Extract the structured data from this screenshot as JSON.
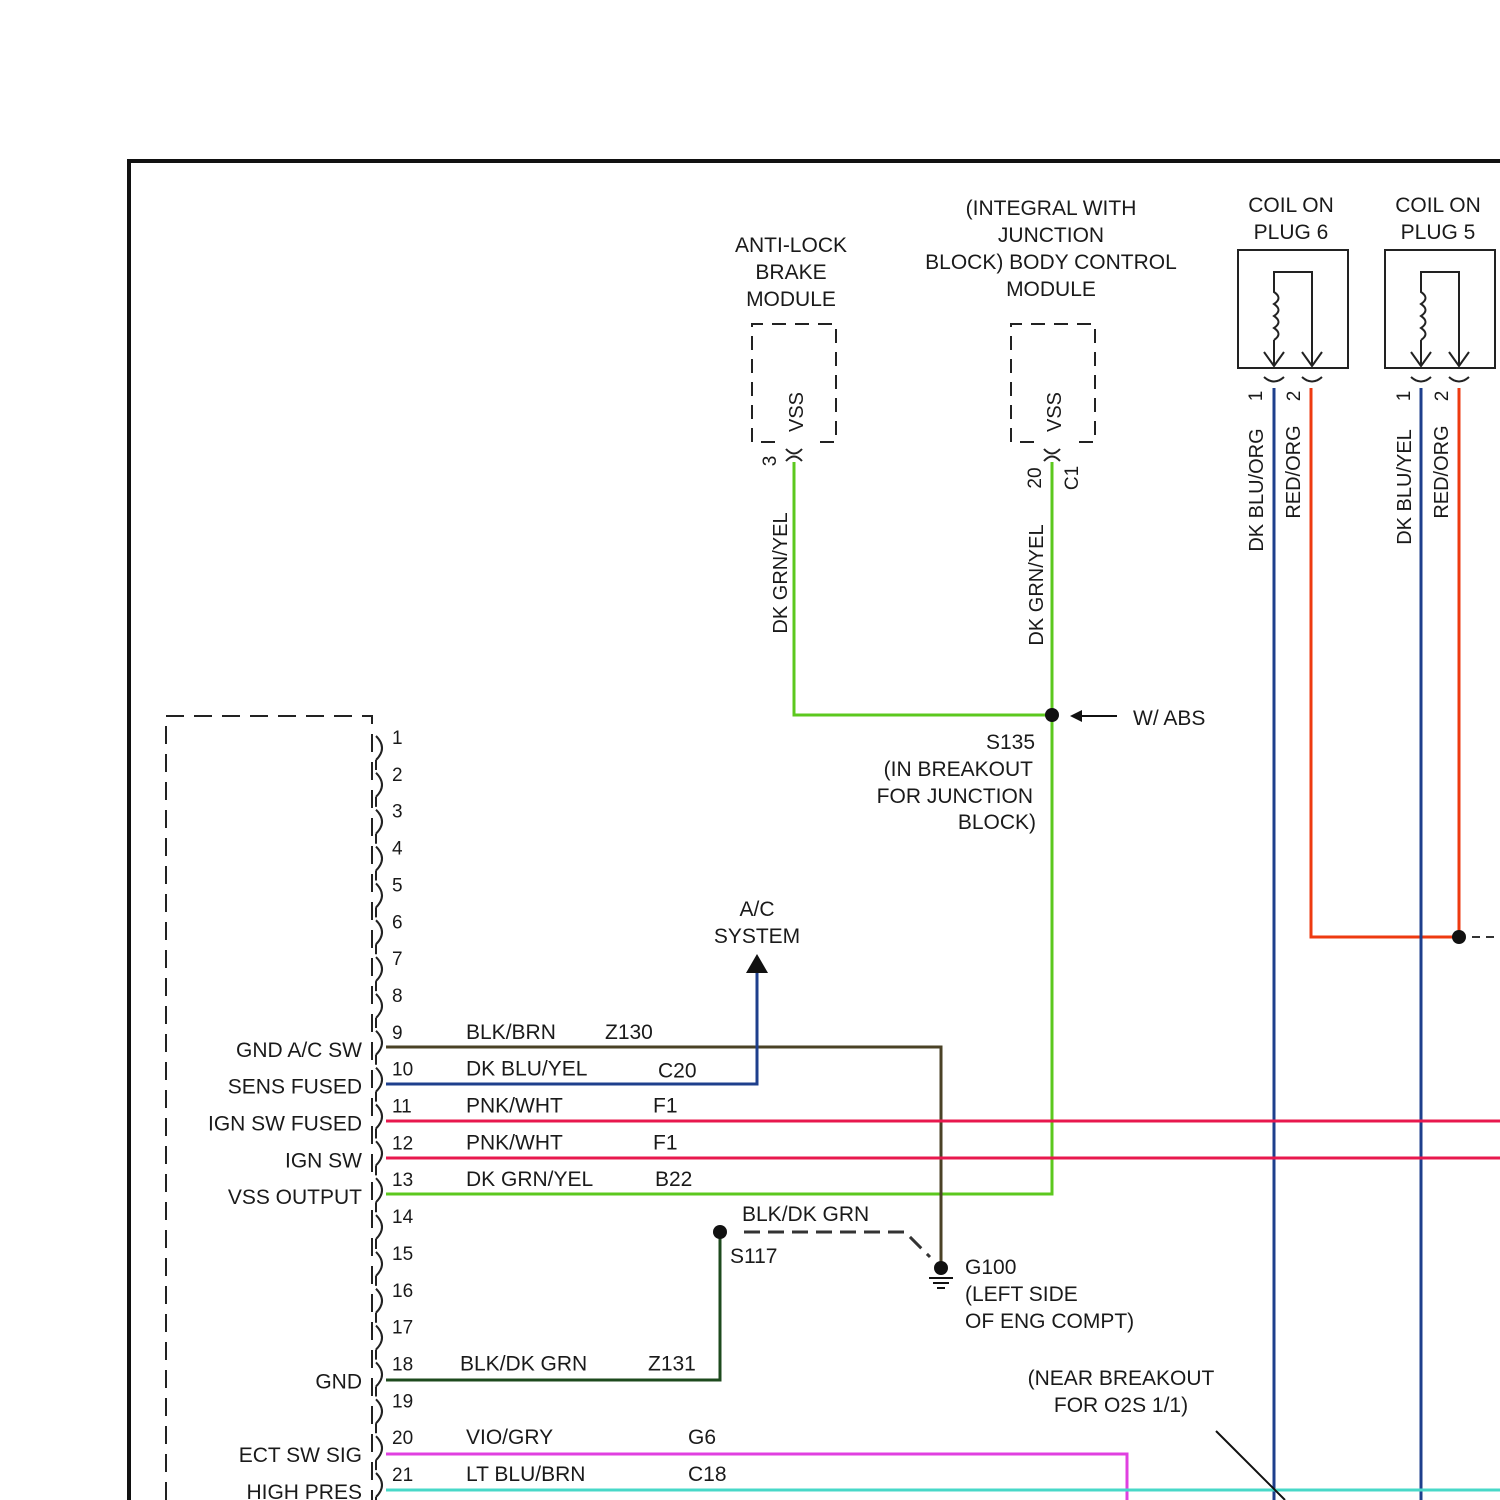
{
  "modules": {
    "abs": {
      "title_lines": [
        "ANTI-LOCK",
        "BRAKE",
        "MODULE"
      ],
      "pin_name": "VSS",
      "pin_number": "3"
    },
    "bcm": {
      "title_lines": [
        "(INTEGRAL WITH",
        "JUNCTION",
        "BLOCK) BODY CONTROL",
        "MODULE"
      ],
      "pin_name": "VSS",
      "pin_number": "20",
      "connector": "C1"
    },
    "coil6": {
      "title_lines": [
        "COIL ON",
        "PLUG 6"
      ],
      "pin1": "1",
      "pin2": "2",
      "wire1": "DK BLU/ORG",
      "wire2": "RED/ORG"
    },
    "coil5": {
      "title_lines": [
        "COIL ON",
        "PLUG 5"
      ],
      "pin1": "1",
      "pin2": "2",
      "wire1": "DK BLU/YEL",
      "wire2": "RED/ORG"
    }
  },
  "wires": {
    "abs_vss": "DK GRN/YEL",
    "bcm_vss": "DK GRN/YEL",
    "ground_jumper": "BLK/DK GRN"
  },
  "splices": {
    "s135": {
      "id": "S135",
      "note_lines": [
        "(IN BREAKOUT",
        "FOR JUNCTION",
        "BLOCK)"
      ],
      "arrow_label": "W/ ABS"
    },
    "s117": {
      "id": "S117"
    }
  },
  "grounds": {
    "g100": {
      "id": "G100",
      "note_lines": [
        "(LEFT SIDE",
        "OF ENG COMPT)"
      ]
    }
  },
  "ac_system": {
    "lines": [
      "A/C",
      "SYSTEM"
    ]
  },
  "o2s_note": {
    "lines": [
      "(NEAR BREAKOUT",
      "FOR O2S 1/1)"
    ]
  },
  "pcm_pins": [
    {
      "num": "1",
      "name": "",
      "wire": "",
      "circuit": ""
    },
    {
      "num": "2",
      "name": "",
      "wire": "",
      "circuit": ""
    },
    {
      "num": "3",
      "name": "",
      "wire": "",
      "circuit": ""
    },
    {
      "num": "4",
      "name": "",
      "wire": "",
      "circuit": ""
    },
    {
      "num": "5",
      "name": "",
      "wire": "",
      "circuit": ""
    },
    {
      "num": "6",
      "name": "",
      "wire": "",
      "circuit": ""
    },
    {
      "num": "7",
      "name": "",
      "wire": "",
      "circuit": ""
    },
    {
      "num": "8",
      "name": "",
      "wire": "",
      "circuit": ""
    },
    {
      "num": "9",
      "name": "GND A/C SW",
      "wire": "BLK/BRN",
      "circuit": "Z130"
    },
    {
      "num": "10",
      "name": "SENS FUSED",
      "wire": "DK BLU/YEL",
      "circuit": "C20"
    },
    {
      "num": "11",
      "name": "IGN SW FUSED",
      "wire": "PNK/WHT",
      "circuit": "F1"
    },
    {
      "num": "12",
      "name": "IGN SW",
      "wire": "PNK/WHT",
      "circuit": "F1"
    },
    {
      "num": "13",
      "name": "VSS OUTPUT",
      "wire": "DK GRN/YEL",
      "circuit": "B22"
    },
    {
      "num": "14",
      "name": "",
      "wire": "",
      "circuit": ""
    },
    {
      "num": "15",
      "name": "",
      "wire": "",
      "circuit": ""
    },
    {
      "num": "16",
      "name": "",
      "wire": "",
      "circuit": ""
    },
    {
      "num": "17",
      "name": "",
      "wire": "",
      "circuit": ""
    },
    {
      "num": "18",
      "name": "GND",
      "wire": "BLK/DK GRN",
      "circuit": "Z131"
    },
    {
      "num": "19",
      "name": "",
      "wire": "",
      "circuit": ""
    },
    {
      "num": "20",
      "name": "ECT SW SIG",
      "wire": "VIO/GRY",
      "circuit": "G6"
    },
    {
      "num": "21",
      "name": "HIGH PRES",
      "wire": "LT BLU/BRN",
      "circuit": "C18"
    }
  ],
  "colors": {
    "dk_grn_yel": "#5cc81e",
    "pnk_wht": "#e8184e",
    "red_org": "#ee3a10",
    "dk_blu": "#1e3f8c",
    "vio_gry": "#e040e0",
    "lt_blu_brn": "#48d8c8",
    "blk_brn": "#4a4226",
    "blk_dk_grn": "#1d4a1d"
  }
}
